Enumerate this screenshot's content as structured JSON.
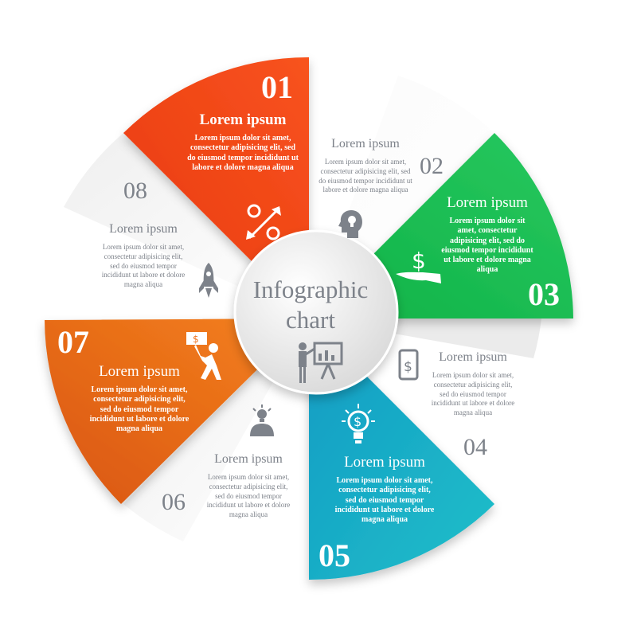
{
  "center": {
    "line1": "Infographic",
    "line2": "chart"
  },
  "colors": {
    "s01": "#f0481a",
    "s03": "#16bb4e",
    "s05": "#17a9c6",
    "s07": "#ef7420",
    "grey_text": "#7d828a"
  },
  "sections": [
    {
      "number": "01",
      "title": "Lorem ipsum",
      "body": "Lorem ipsum dolor sit amet, consectetur adipisicing elit, sed do eiusmod tempor incididunt ut labore et dolore magna aliqua",
      "icon": "percent-arrows-icon"
    },
    {
      "number": "02",
      "title": "Lorem ipsum",
      "body": "Lorem ipsum dolor sit amet, consectetur adipisicing elit, sed do eiusmod tempor incididunt ut labore et dolore magna aliqua",
      "icon": "head-lightbulb-icon"
    },
    {
      "number": "03",
      "title": "Lorem ipsum",
      "body": "Lorem ipsum dolor sit amet, consectetur adipisicing elit, sed do eiusmod tempor incididunt ut labore et dolore magna aliqua",
      "icon": "dollar-hand-icon"
    },
    {
      "number": "04",
      "title": "Lorem ipsum",
      "body": "Lorem ipsum dolor sit amet, consectetur adipisicing elit, sed do eiusmod tempor incididunt ut labore et dolore magna aliqua",
      "icon": "mobile-dollar-icon"
    },
    {
      "number": "05",
      "title": "Lorem ipsum",
      "body": "Lorem ipsum dolor sit amet, consectetur adipisicing elit, sed do eiusmod tempor incididunt ut labore et dolore magna aliqua",
      "icon": "lightbulb-dollar-icon"
    },
    {
      "number": "06",
      "title": "Lorem ipsum",
      "body": "Lorem ipsum dolor sit amet, consectetur adipisicing elit, sed do eiusmod tempor incididunt ut labore et dolore magna aliqua",
      "icon": "person-idea-icon"
    },
    {
      "number": "07",
      "title": "Lorem ipsum",
      "body": "Lorem ipsum dolor sit amet, consectetur adipisicing elit, sed do eiusmod tempor incididunt ut labore et dolore magna aliqua",
      "icon": "person-holding-money-icon"
    },
    {
      "number": "08",
      "title": "Lorem ipsum",
      "body": "Lorem ipsum dolor sit amet, consectetur adipisicing elit, sed do eiusmod tempor incididunt ut labore et dolore magna aliqua",
      "icon": "rocket-icon"
    }
  ]
}
